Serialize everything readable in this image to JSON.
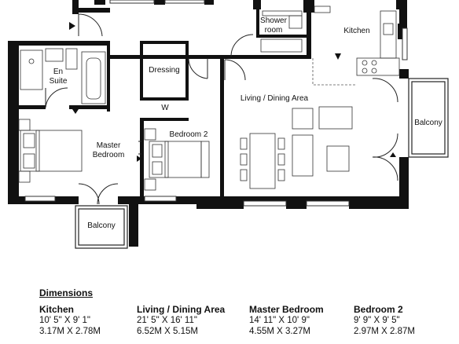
{
  "rooms": {
    "shower": [
      "Shower",
      "room"
    ],
    "kitchen": "Kitchen",
    "dressing": "Dressing",
    "en_suite": [
      "En",
      "Suite"
    ],
    "w": "W",
    "living": "Living / Dining Area",
    "balcony_right": "Balcony",
    "bedroom2": "Bedroom 2",
    "master": [
      "Master",
      "Bedroom"
    ],
    "balcony_bottom": "Balcony"
  },
  "dimensions": {
    "title": "Dimensions",
    "items": [
      {
        "name": "Kitchen",
        "imperial": "10' 5\" X 9' 1\"",
        "metric": "3.17M X 2.78M"
      },
      {
        "name": "Living / Dining Area",
        "imperial": "21' 5\" X 16' 11\"",
        "metric": "6.52M X 5.15M"
      },
      {
        "name": "Master Bedroom",
        "imperial": "14' 11\" X 10' 9\"",
        "metric": "4.55M X 3.27M"
      },
      {
        "name": "Bedroom 2",
        "imperial": "9' 9\" X 9' 5\"",
        "metric": "2.97M X 2.87M"
      }
    ]
  }
}
